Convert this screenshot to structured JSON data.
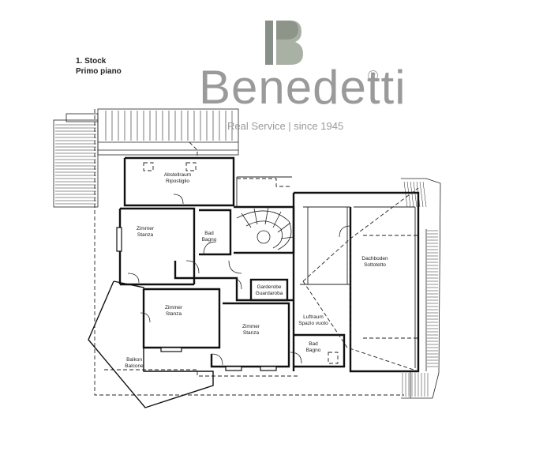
{
  "floor": {
    "name": "1. Stock",
    "name_it": "Primo piano"
  },
  "logo": {
    "brand": "Benedetti",
    "registered": "®",
    "tagline": "Real Service | since 1945",
    "mark_color_dark": "#888f88",
    "mark_color_light": "#a9b0a4"
  },
  "rooms": {
    "storage": {
      "de": "Abstellraum",
      "it": "Ripostiglio"
    },
    "room1": {
      "de": "Zimmer",
      "it": "Stanza"
    },
    "bath1": {
      "de": "Bad",
      "it": "Bagno"
    },
    "attic": {
      "de": "Dachboden",
      "it": "Sottotetto"
    },
    "wardrobe": {
      "de": "Garderobe",
      "it": "Guardaroba"
    },
    "room2": {
      "de": "Zimmer",
      "it": "Stanza"
    },
    "void": {
      "de": "Luftraum",
      "it": "Spazio vuoto"
    },
    "room3": {
      "de": "Zimmer",
      "it": "Stanza"
    },
    "bath2": {
      "de": "Bad",
      "it": "Bagno"
    },
    "balcony": {
      "de": "Balkon",
      "it": "Balcone"
    }
  }
}
